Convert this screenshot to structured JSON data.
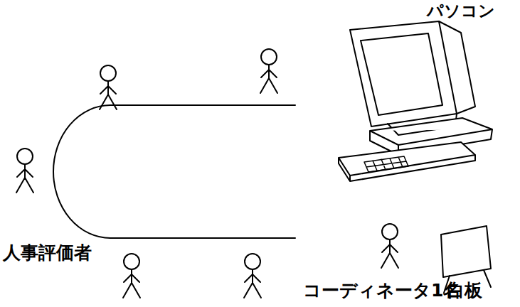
{
  "diagram": {
    "labels": [
      "パソコン",
      "人事評価者",
      "白板",
      "コーディネータ1名"
    ]
  }
}
